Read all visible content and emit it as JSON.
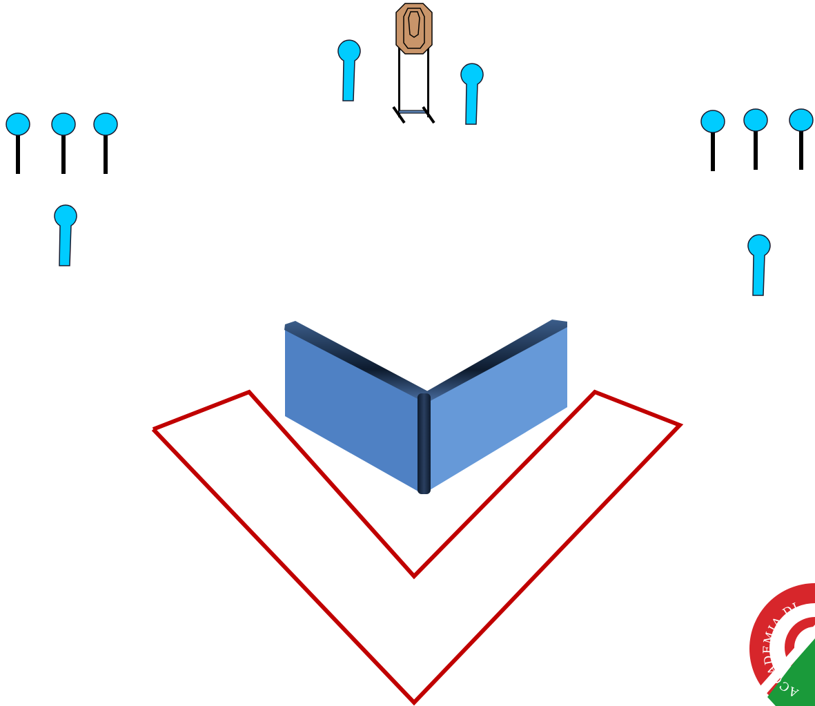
{
  "scene": {
    "background": "#ffffff",
    "colors": {
      "popper_fill": "#00ccff",
      "popper_stroke": "#1a1a2e",
      "post": "#000000",
      "paper_target": "#c9956a",
      "wall_left": "#4f81c4",
      "wall_right": "#6699d8",
      "wall_edge": "#0d1b2e",
      "shooting_box": "#c00000"
    },
    "poppers_left_row_count": 3,
    "poppers_right_row_count": 3,
    "mini_poppers_count": 4,
    "paper_targets_count": 1,
    "walls_count": 1
  },
  "logo": {
    "text": "ACCADEMIA DI",
    "ring_color": "#d7262b",
    "accent_color": "#1a9a3a"
  }
}
